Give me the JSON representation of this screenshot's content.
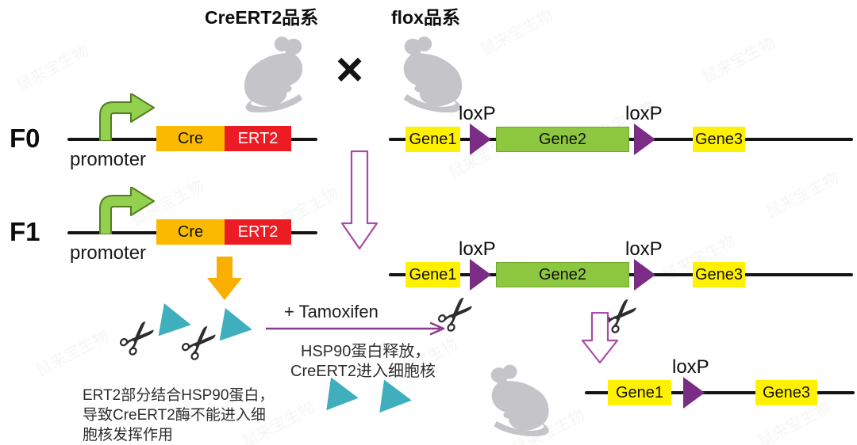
{
  "header": {
    "left_strain": "CreERT2品系",
    "right_strain": "flox品系",
    "cross": "×"
  },
  "rows": {
    "f0_label": "F0",
    "f1_label": "F1"
  },
  "transgene": {
    "promoter": "promoter",
    "cre": "Cre",
    "ert2": "ERT2"
  },
  "construct": {
    "gene1": "Gene1",
    "gene2": "Gene2",
    "gene3": "Gene3",
    "loxp": "loxP"
  },
  "tamoxifen": {
    "label": "+ Tamoxifen",
    "effect_line1": "HSP90蛋白释放，",
    "effect_line2": "CreERT2进入细胞核"
  },
  "note": {
    "line1": "ERT2部分结合HSP90蛋白，",
    "line2": "导致CreERT2酶不能进入细",
    "line3": "胞核发挥作用"
  },
  "icons": {
    "scissors": "✂"
  },
  "watermark": "鼠来宝生物",
  "colors": {
    "gene_yellow": "#FFF100",
    "gene2_green": "#8DC63F",
    "loxp_purple": "#7B2C85",
    "cre_amber": "#FBBA00",
    "ert2_red": "#EC1C24",
    "promoter_green": "#92D050",
    "arrow_orange": "#F9AE00",
    "arrow_purple": "#8B3A8B",
    "triangle_cyan": "#3FAEBD",
    "mouse_gray": "#C5C5C9"
  }
}
